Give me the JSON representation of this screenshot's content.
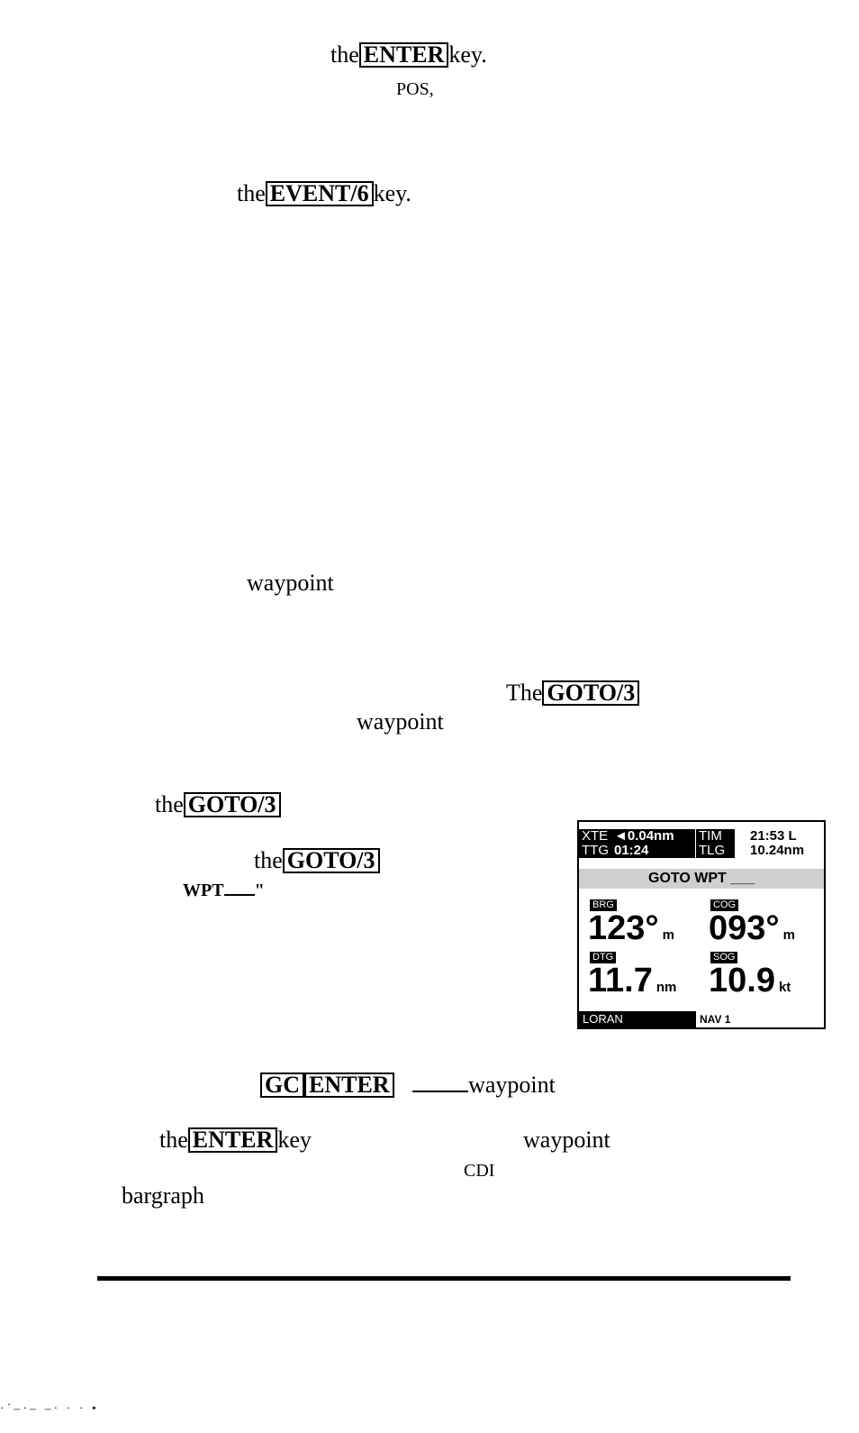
{
  "text": {
    "line1_pre": "the",
    "line1_key": "ENTER",
    "line1_post": "key.",
    "line2": "POS,",
    "line3_pre": "the",
    "line3_key": "EVENT/6",
    "line3_post": "key.",
    "line4": "waypoint",
    "line5_pre": "The",
    "line5_key": "GOTO/3",
    "line6": "waypoint",
    "line7_pre": "the",
    "line7_key": "GOTO/3",
    "line8_pre": "the",
    "line8_key": "GOTO/3",
    "line9_wpt": "WPT",
    "line9_quote": "\"",
    "line10_key1": "GC",
    "line10_key2": "ENTER",
    "line10_post": "waypoint",
    "line11_pre": "the",
    "line11_key": "ENTER",
    "line11_post": "key",
    "line11_right": "waypoint",
    "line12": "CDI",
    "line13": "bargraph",
    "noise": "·´–·–  –·  ·  ·  •"
  },
  "display": {
    "xte_label": "XTE",
    "xte_value": "◄0.04nm",
    "ttg_label": "TTG",
    "ttg_value": "01:24",
    "tim_label": "TIM",
    "tim_value": "21:53  L",
    "tlg_label": "TLG",
    "tlg_value": "10.24nm",
    "banner": "GOTO WPT ___",
    "brg_tag": "BRG",
    "brg_value": "123°",
    "brg_unit": "m",
    "cog_tag": "COG",
    "cog_value": "093°",
    "cog_unit": "m",
    "dtg_tag": "DTG",
    "dtg_value": "11.7",
    "dtg_unit": "nm",
    "sog_tag": "SOG",
    "sog_value": "10.9",
    "sog_unit": "kt",
    "mode": "LORAN",
    "nav": "NAV 1"
  }
}
